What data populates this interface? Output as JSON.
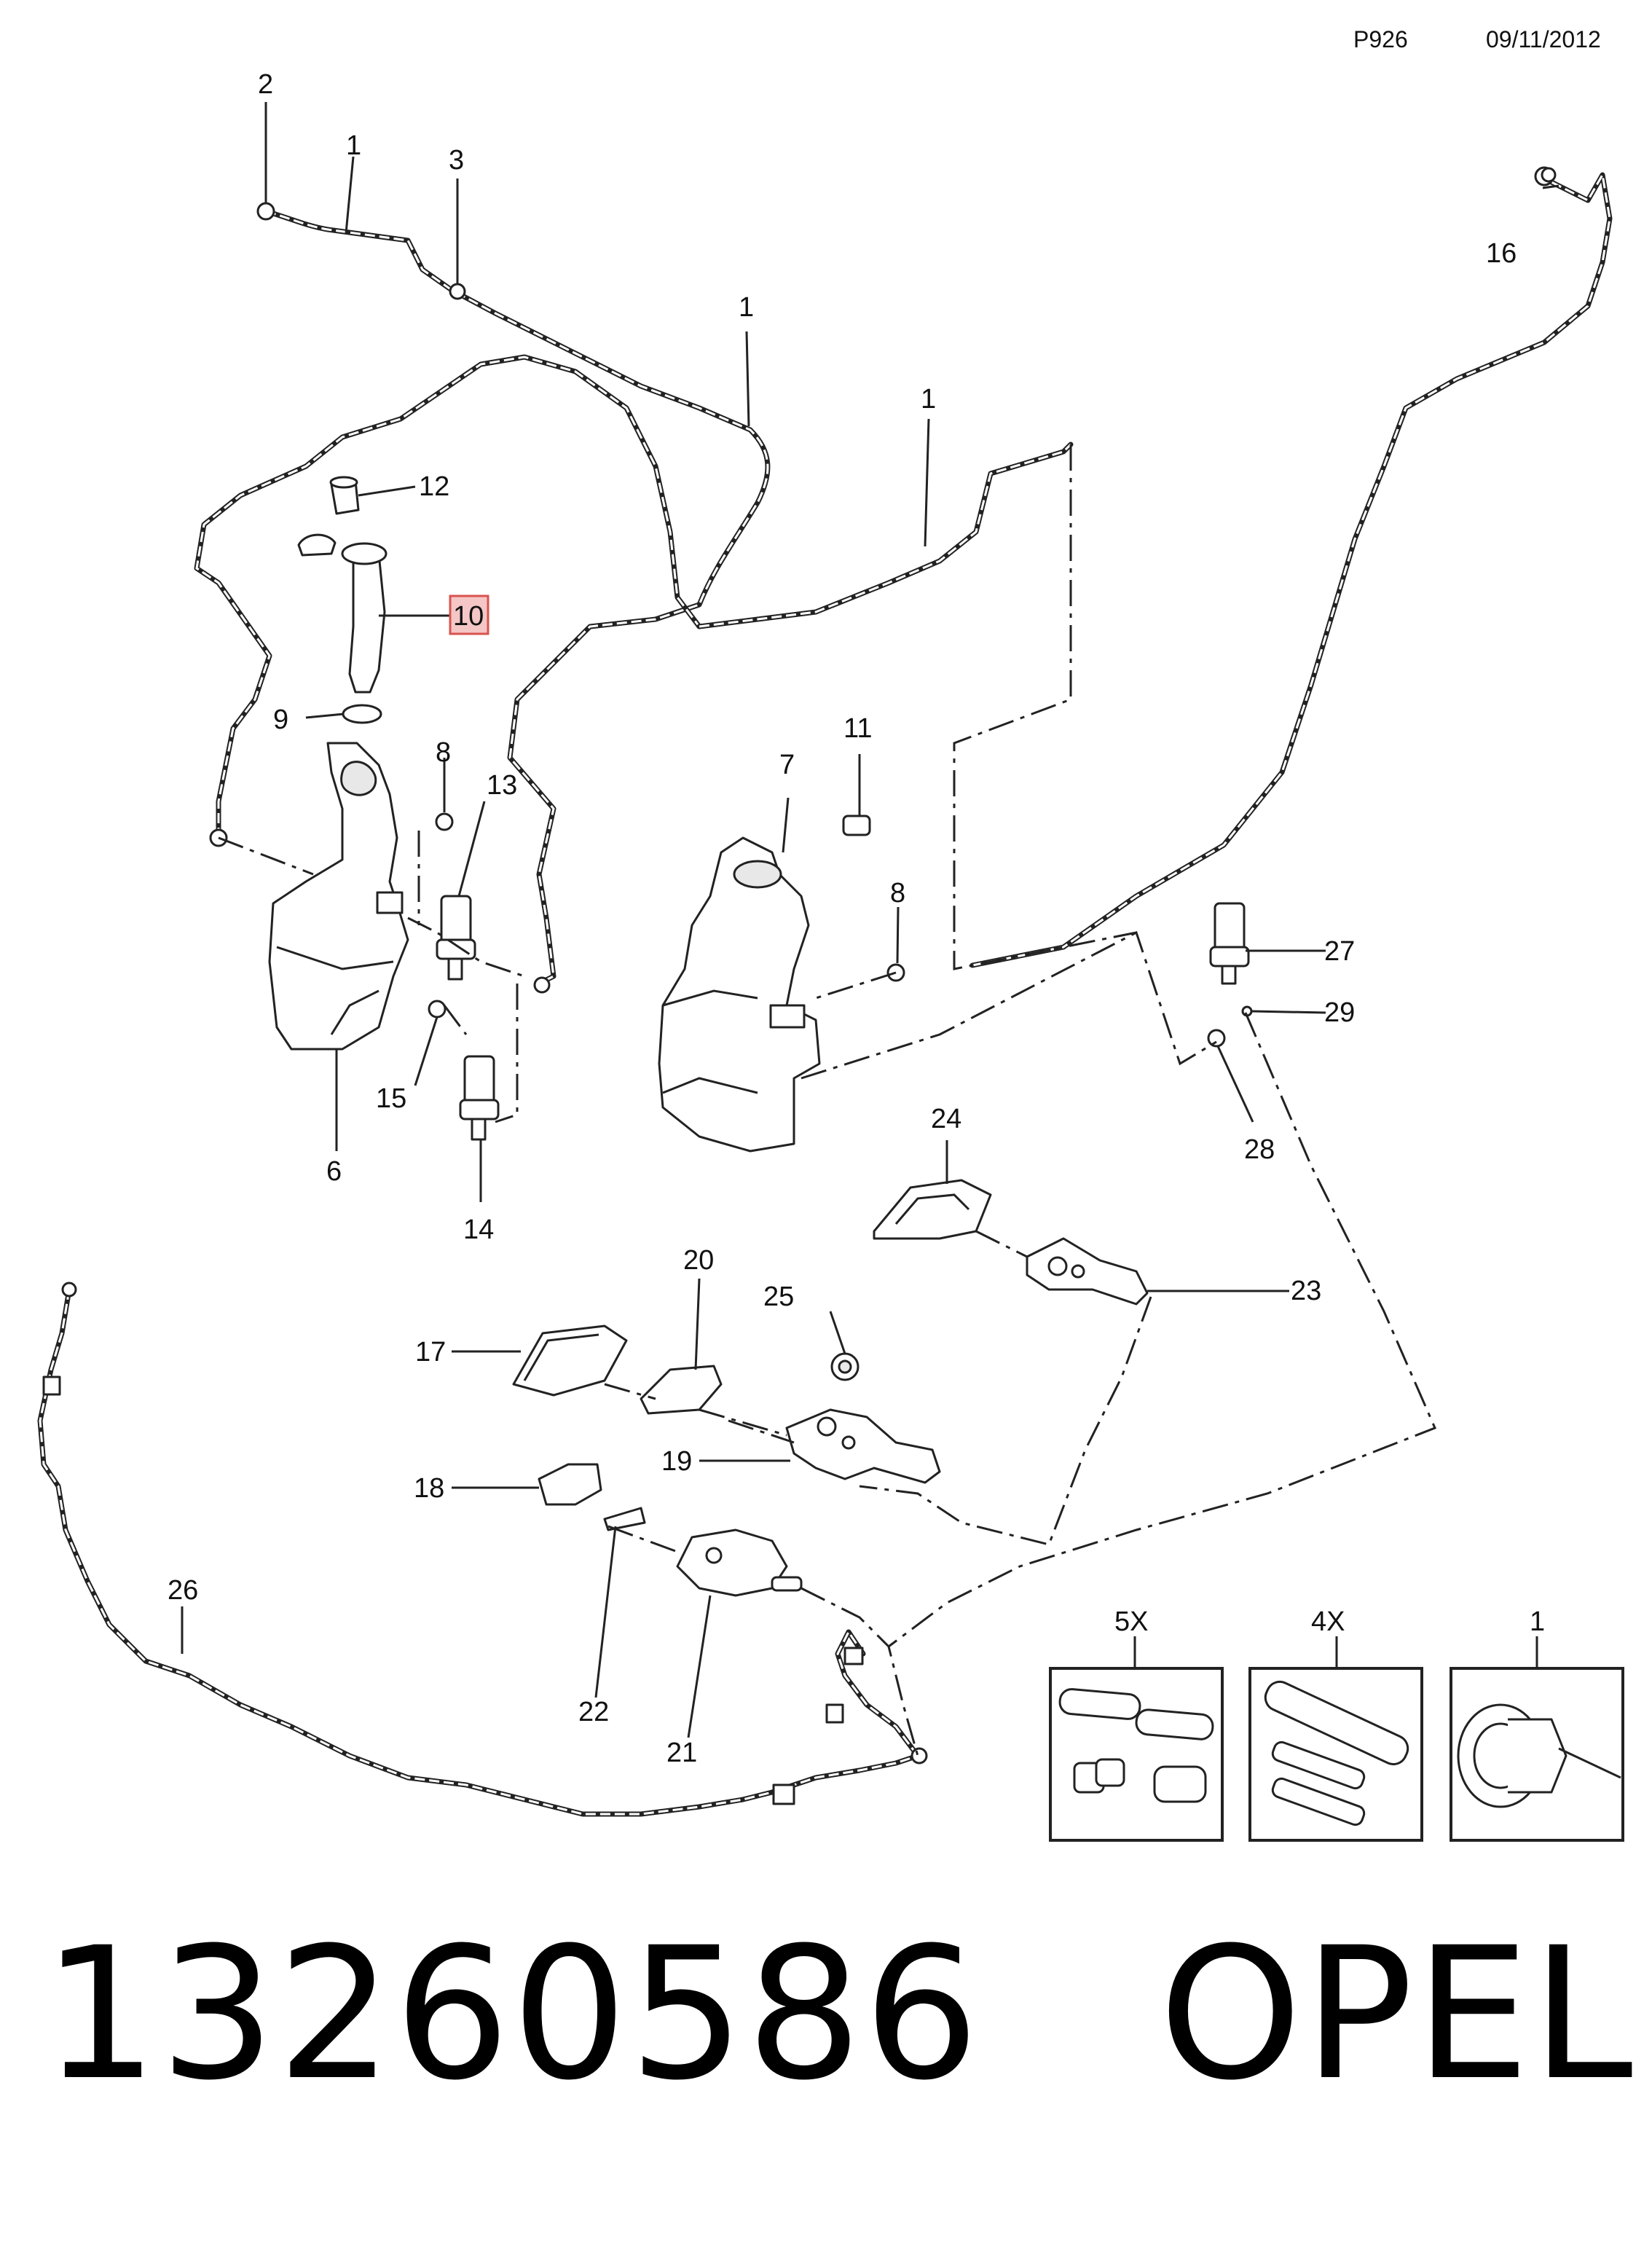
{
  "header": {
    "code": "P926",
    "date": "09/11/2012"
  },
  "title": {
    "part_number": "13260586",
    "brand": "OPEL"
  },
  "callouts": {
    "c2": "2",
    "c1_top": "1",
    "c3": "3",
    "c1_mid": "1",
    "c1_right": "1",
    "c16": "16",
    "c12": "12",
    "c10": "10",
    "c9": "9",
    "c8_left": "8",
    "c13": "13",
    "c11": "11",
    "c7": "7",
    "c8_right": "8",
    "c27": "27",
    "c29": "29",
    "c15": "15",
    "c6": "6",
    "c28": "28",
    "c14": "14",
    "c24": "24",
    "c20": "20",
    "c25": "25",
    "c23": "23",
    "c17": "17",
    "c19": "19",
    "c18": "18",
    "c26": "26",
    "c22": "22",
    "c21": "21"
  },
  "kits": [
    {
      "label": "5X"
    },
    {
      "label": "4X"
    },
    {
      "label": "1"
    }
  ],
  "colors": {
    "highlight_fill": "#f5c6c6",
    "highlight_stroke": "#d9534f",
    "ink": "#222222"
  }
}
